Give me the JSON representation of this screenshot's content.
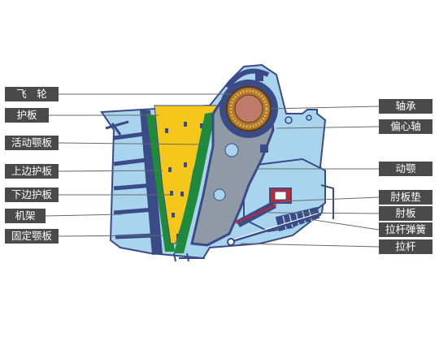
{
  "labels": {
    "left": [
      "飞　轮",
      "护板",
      "活动颚板",
      "上边护板",
      "下边护板",
      "机架",
      "固定颚板"
    ],
    "right": [
      "轴承",
      "偏心轴",
      "动颚",
      "肘板垫",
      "肘板",
      "拉杆弹簧",
      "拉杆"
    ]
  },
  "colors": {
    "frame": "#a9d4ee",
    "frame_stroke": "#3a4b87",
    "jaw_body": "#8f9aa6",
    "jaw_plate_yellow": "#f4c71a",
    "green_plate": "#1f8a3c",
    "label_bg": "#4a4a4a",
    "spring_red": "#c3282d",
    "flywheel_ring": "#b07a2a"
  }
}
